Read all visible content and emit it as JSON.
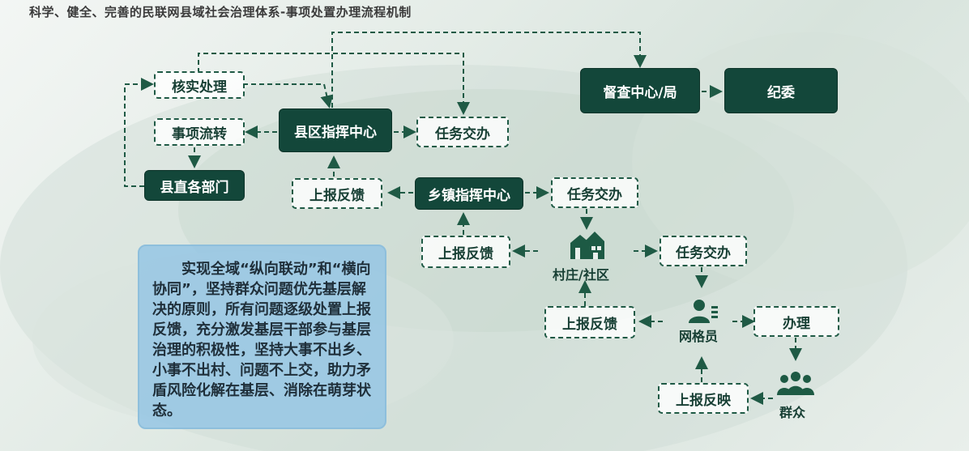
{
  "title": "科学、健全、完善的民联网县域社会治理体系-事项处置办理流程机制",
  "nodes": {
    "verify": "核实处理",
    "transfer": "事项流转",
    "county_depts": "县直各部门",
    "county_center": "县区指挥中心",
    "task_1": "任务交办",
    "supervision": "督查中心/局",
    "discipline": "纪委",
    "report_1": "上报反馈",
    "town_center": "乡镇指挥中心",
    "task_2": "任务交办",
    "report_2": "上报反馈",
    "village": "村庄/社区",
    "task_3": "任务交办",
    "report_3": "上报反馈",
    "grid_member": "网格员",
    "handle": "办理",
    "report_4": "上报反映",
    "masses": "群众"
  },
  "icons": {
    "village": "house-icon",
    "grid_member": "person-icon",
    "masses": "crowd-icon"
  },
  "note": "实现全域“纵向联动”和“横向协同”，坚持群众问题优先基层解决的原则，所有问题逐级处置上报反馈，充分激发基层干部参与基层治理的积极性，坚持大事不出乡、小事不出村、问题不上交，助力矛盾风险化解在基层、消除在萌芽状态。",
  "colors": {
    "dark_green": "#13473a",
    "dash_green": "#1f5a45",
    "note_blue": "#92c5e4"
  }
}
